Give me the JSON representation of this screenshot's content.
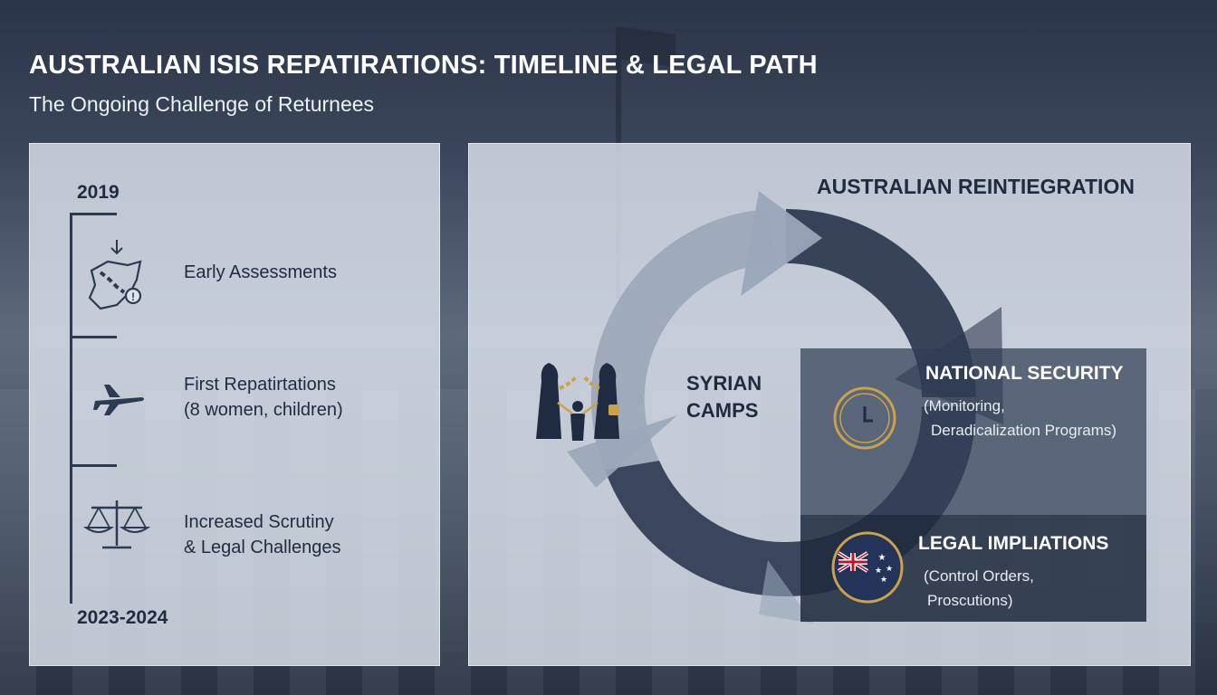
{
  "header": {
    "title": "AUSTRALIAN ISIS REPATIRATIONS: TIMELINE & LEGAL PATH",
    "subtitle": "The Ongoing Challenge of Returnees"
  },
  "timeline": {
    "start_year": "2019",
    "end_year": "2023-2024",
    "events": [
      {
        "icon": "syria-map-chain-icon",
        "lines": [
          "Early Assessments"
        ]
      },
      {
        "icon": "airplane-icon",
        "lines": [
          "First Repatirtations",
          "(8 women, children)"
        ]
      },
      {
        "icon": "scales-of-justice-icon",
        "lines": [
          "Increased Scrutiny",
          "& Legal Challenges"
        ]
      }
    ]
  },
  "cycle": {
    "top_label": "AUSTRALIAN REINTIEGRATION",
    "center_label_lines": [
      "SYRIAN",
      "CAMPS"
    ],
    "security": {
      "icon": "clock-icon",
      "title": "NATIONAL SECURITY",
      "lines": [
        "(Monitoring,",
        "Deradicalization Programs)"
      ]
    },
    "legal": {
      "icon": "australian-flag-icon",
      "title": "LEGAL IMPLIATIONS",
      "lines": [
        "(Control Orders,",
        "Proscutions)"
      ]
    }
  },
  "colors": {
    "dark_arrow": "#2e3b52",
    "light_arrow": "#8f9db1",
    "gold": "#c9a24a",
    "text_dark": "#1f2b40"
  }
}
